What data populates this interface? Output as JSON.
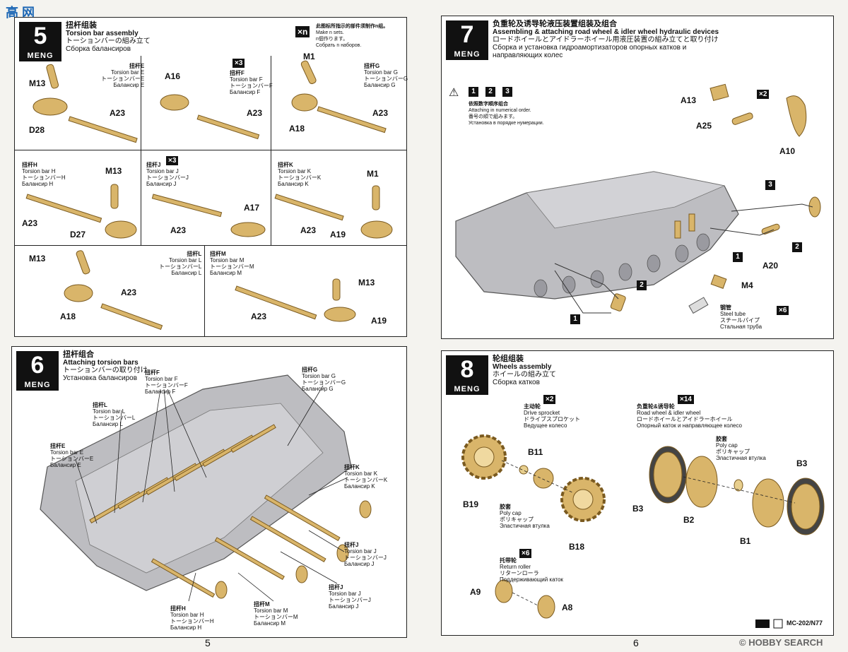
{
  "watermark_left": "高 网",
  "watermark_right": "© HOBBY SEARCH",
  "page_numbers": {
    "left": "5",
    "right": "6"
  },
  "catalog_code": "MC-202/N77",
  "colors": {
    "brass": "#d9b56a",
    "brass_dark": "#a8823c",
    "hull": "#bdbdc1",
    "hull_dark": "#8e8e93",
    "ink": "#111111"
  },
  "step5": {
    "number": "5",
    "brand": "MENG",
    "title_zh": "扭杆组装",
    "title_en": "Torsion bar assembly",
    "title_jp": "トーションバーの組み立て",
    "title_ru": "Сборка балансиров",
    "note_badge": "×n",
    "note_zh": "此图标所指示的部件须制作n组。",
    "note_en": "Make n sets.",
    "note_jp": "n個作ります。",
    "note_ru": "Собрать n наборов.",
    "cells": [
      {
        "zh": "扭杆E",
        "en": "Torsion bar E",
        "jp": "トーションバーE",
        "ru": "Балансир E",
        "parts": [
          "M13",
          "D28",
          "A23"
        ]
      },
      {
        "zh": "扭杆F",
        "en": "Torsion bar F",
        "jp": "トーションバーF",
        "ru": "Балансир F",
        "badge": "×3",
        "parts": [
          "A16",
          "A23"
        ]
      },
      {
        "zh": "扭杆G",
        "en": "Torsion bar G",
        "jp": "トーションバーG",
        "ru": "Балансир G",
        "parts": [
          "M1",
          "A18",
          "A23"
        ]
      },
      {
        "zh": "扭杆H",
        "en": "Torsion bar H",
        "jp": "トーションバーH",
        "ru": "Балансир H",
        "parts": [
          "M13",
          "A23",
          "D27"
        ]
      },
      {
        "zh": "扭杆J",
        "en": "Torsion bar J",
        "jp": "トーションバーJ",
        "ru": "Балансир J",
        "badge": "×3",
        "parts": [
          "A17",
          "A23"
        ]
      },
      {
        "zh": "扭杆K",
        "en": "Torsion bar K",
        "jp": "トーションバーK",
        "ru": "Балансир K",
        "parts": [
          "M1",
          "A23",
          "A19"
        ]
      },
      {
        "zh": "扭杆L",
        "en": "Torsion bar L",
        "jp": "トーションバーL",
        "ru": "Балансир L",
        "parts": [
          "M13",
          "A23",
          "A18"
        ]
      },
      {
        "zh": "扭杆M",
        "en": "Torsion bar M",
        "jp": "トーションバーM",
        "ru": "Балансир M",
        "parts": [
          "M13",
          "A23",
          "A19"
        ]
      }
    ]
  },
  "step6": {
    "number": "6",
    "brand": "MENG",
    "title_zh": "扭杆组合",
    "title_en": "Attaching torsion bars",
    "title_jp": "トーションバーの取り付け",
    "title_ru": "Установка балансиров",
    "labels": [
      {
        "zh": "扭杆F",
        "en": "Torsion bar F",
        "jp": "トーションバーF",
        "ru": "Балансир F"
      },
      {
        "zh": "扭杆G",
        "en": "Torsion bar G",
        "jp": "トーションバーG",
        "ru": "Балансир G"
      },
      {
        "zh": "扭杆L",
        "en": "Torsion bar L",
        "jp": "トーションバーL",
        "ru": "Балансир L"
      },
      {
        "zh": "扭杆E",
        "en": "Torsion bar E",
        "jp": "トーションバーE",
        "ru": "Балансир E"
      },
      {
        "zh": "扭杆K",
        "en": "Torsion bar K",
        "jp": "トーションバーK",
        "ru": "Балансир K"
      },
      {
        "zh": "扭杆J",
        "en": "Torsion bar J",
        "jp": "トーションバーJ",
        "ru": "Балансир J"
      },
      {
        "zh": "扭杆J",
        "en": "Torsion bar J",
        "jp": "トーションバーJ",
        "ru": "Балансир J"
      },
      {
        "zh": "扭杆H",
        "en": "Torsion bar H",
        "jp": "トーションバーH",
        "ru": "Балансир H"
      },
      {
        "zh": "扭杆M",
        "en": "Torsion bar M",
        "jp": "トーションバーM",
        "ru": "Балансир M"
      }
    ]
  },
  "step7": {
    "number": "7",
    "brand": "MENG",
    "title_zh": "负重轮及诱导轮液压装置组装及组合",
    "title_en": "Assembling & attaching road wheel & idler wheel hydraulic devices",
    "title_jp": "ロードホイールとアイドラーホイール用液圧装置の組み立てと取り付け",
    "title_ru": "Сборка и установка гидроамортизаторов опорных катков и направляющих колес",
    "order_nums": [
      "1",
      "2",
      "3"
    ],
    "order_zh": "依照数字顺序组合",
    "order_en": "Attaching in numerical order.",
    "order_jp": "番号の順で組みます。",
    "order_ru": "Установка в порядке нумерации.",
    "parts": [
      "A13",
      "×2",
      "A25",
      "A10",
      "3",
      "2",
      "A20",
      "1",
      "2",
      "M4",
      "1"
    ],
    "tube_zh": "钢管",
    "tube_en": "Steel tube",
    "tube_jp": "スチールパイプ",
    "tube_ru": "Стальная труба",
    "tube_badge": "×6"
  },
  "step8": {
    "number": "8",
    "brand": "MENG",
    "title_zh": "轮组组装",
    "title_en": "Wheels assembly",
    "title_jp": "ホイールの組み立て",
    "title_ru": "Сборка катков",
    "sprocket": {
      "zh": "主动轮",
      "en": "Drive sprocket",
      "jp": "ドライブスプロケット",
      "ru": "Ведущее колесо",
      "badge": "×2"
    },
    "roadwheel": {
      "zh": "负重轮&诱导轮",
      "en": "Road wheel & idler wheel",
      "jp": "ロードホイールとアイドラーホイール",
      "ru": "Опорный каток и направляющее колесо",
      "badge": "×14"
    },
    "polycap": {
      "zh": "胶套",
      "en": "Poly cap",
      "jp": "ポリキャップ",
      "ru": "Эластичная втулка"
    },
    "polycap2": {
      "zh": "胶套",
      "en": "Poly cap",
      "jp": "ポリキャップ",
      "ru": "Эластичная втулка"
    },
    "returnroller": {
      "zh": "托带轮",
      "en": "Return roller",
      "jp": "リターンローラ",
      "ru": "Поддерживающий каток",
      "badge": "×6"
    },
    "parts": [
      "B11",
      "B19",
      "B18",
      "B3",
      "B3",
      "B2",
      "B1",
      "A9",
      "A8"
    ]
  }
}
